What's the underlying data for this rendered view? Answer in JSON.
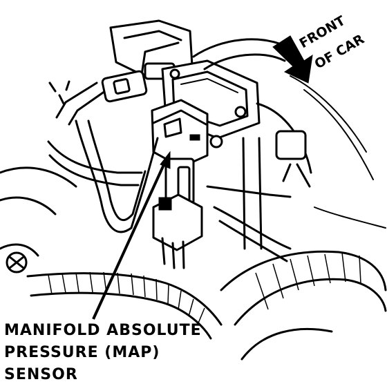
{
  "orientation_label": {
    "line1": "FRONT",
    "line2": "OF CAR"
  },
  "callout": {
    "line1": "MANIFOLD ABSOLUTE",
    "line2": "PRESSURE (MAP)",
    "line3": "SENSOR"
  },
  "colors": {
    "ink": "#000000",
    "paper": "#ffffff"
  }
}
